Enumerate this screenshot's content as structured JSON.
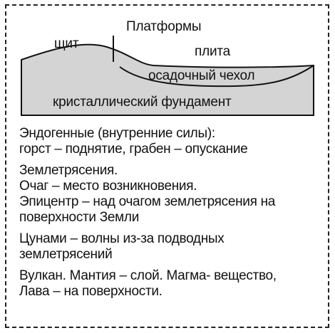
{
  "diagram": {
    "title": "Платформы",
    "shield_label": "щит",
    "plate_label": "плита",
    "sediment_label": "осадочный чехол",
    "basement_label": "кристаллический фундамент"
  },
  "notes": [
    [
      "Эндогенные (внутренние силы):",
      "горст – поднятие, грабен – опускание"
    ],
    [
      "Землетрясения.",
      "Очаг – место возникновения.",
      "Эпицентр – над очагом землетрясения на",
      "поверхности Земли"
    ],
    [
      "Цунами – волны из-за подводных",
      "землетрясений"
    ],
    [
      "Вулкан. Мантия – слой. Магма- вещество,",
      "Лава – на поверхности."
    ]
  ],
  "colors": {
    "fill": "#d4d4d4",
    "stroke": "#111111",
    "border": "#222222"
  }
}
